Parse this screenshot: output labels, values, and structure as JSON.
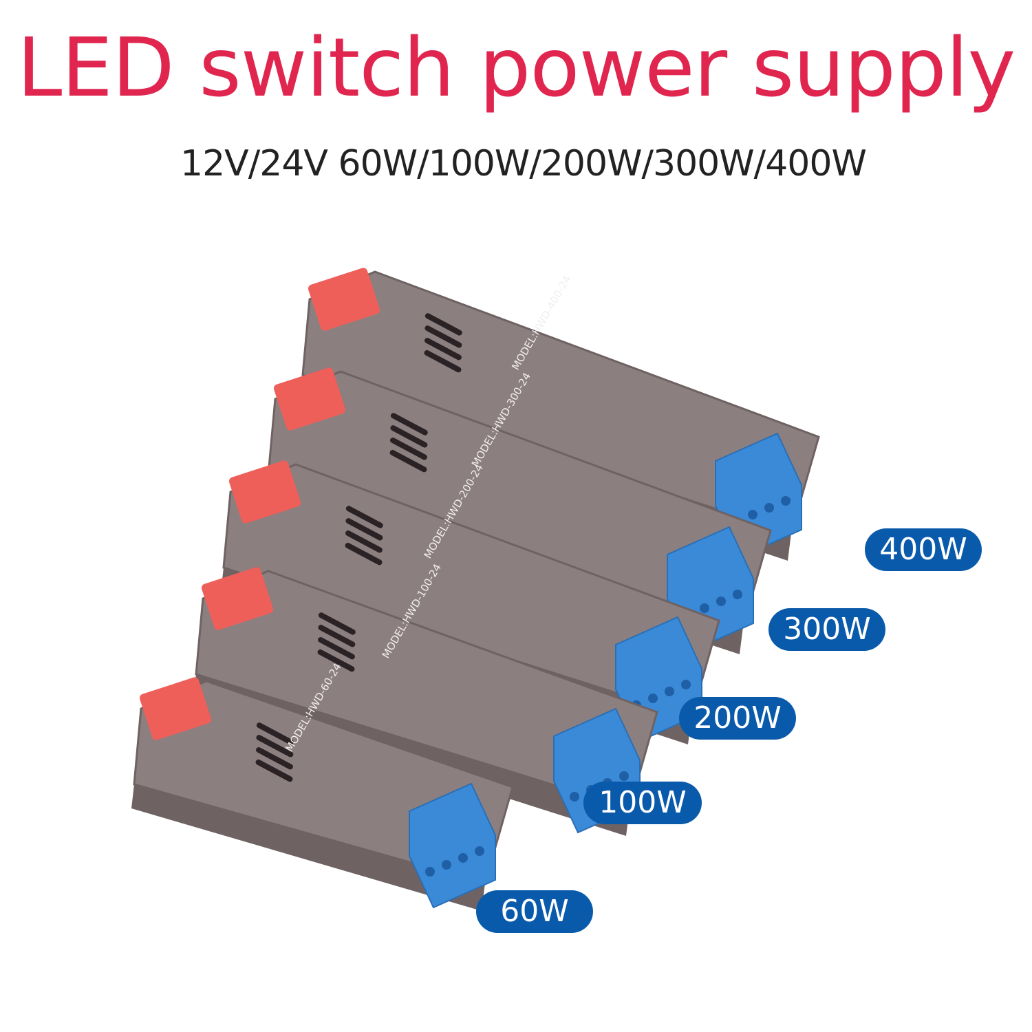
{
  "header": {
    "title": "LED switch power supply",
    "subtitle": "12V/24V 60W/100W/200W/300W/400W"
  },
  "units": [
    {
      "wattage_label": "400W",
      "model": "MODEL:HWD-400-24"
    },
    {
      "wattage_label": "300W",
      "model": "MODEL:HWD-300-24"
    },
    {
      "wattage_label": "200W",
      "model": "MODEL:HWD-200-24"
    },
    {
      "wattage_label": "100W",
      "model": "MODEL:HWD-100-24"
    },
    {
      "wattage_label": "60W",
      "model": "MODEL:HWD-60-24"
    }
  ],
  "colors": {
    "title": "#e0264f",
    "badge": "#0a5aab",
    "housing": "#8c7f80",
    "housing_dark": "#6e6263",
    "input_terminal": "#ef5f5a",
    "output_terminal": "#3a8ad8"
  }
}
